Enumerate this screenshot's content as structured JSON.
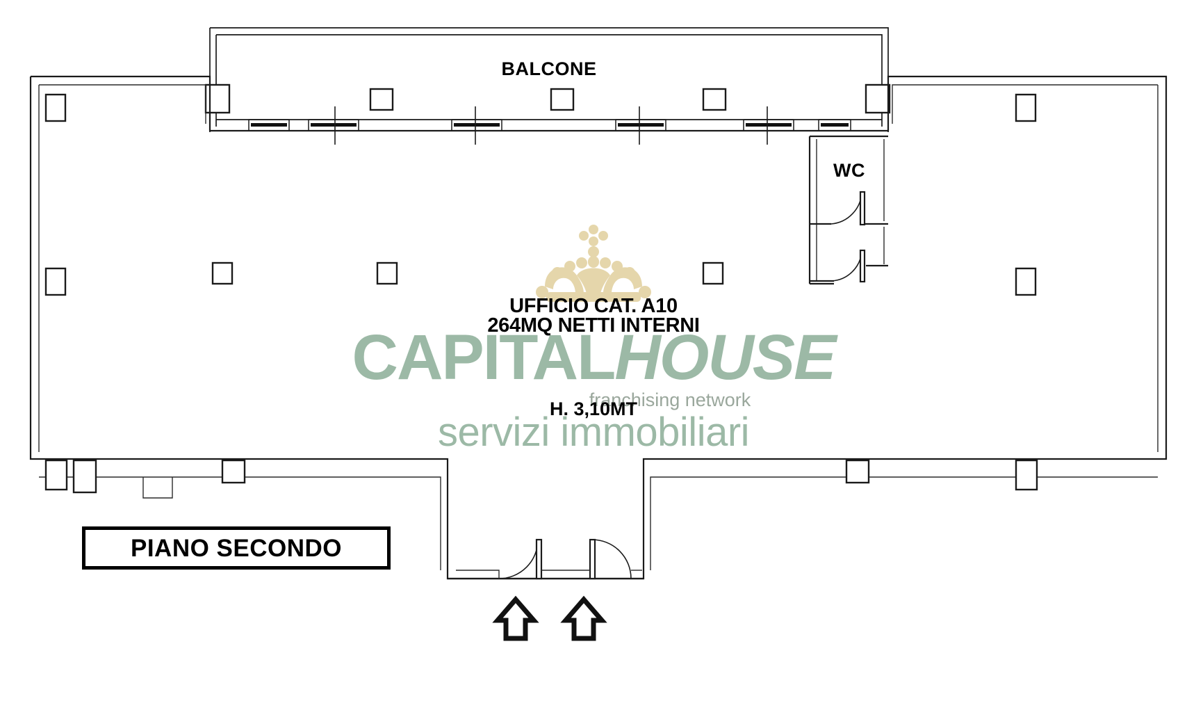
{
  "document": {
    "type": "architectural-floor-plan",
    "title": "PIANO SECONDO"
  },
  "rooms": [
    {
      "id": "balcone",
      "label": "BALCONE"
    },
    {
      "id": "wc",
      "label": "WC"
    }
  ],
  "annotations": {
    "category_line": "UFFICIO CAT. A10",
    "area_line": "264MQ NETTI INTERNI",
    "height_line": "H. 3,10MT",
    "floor_label": "PIANO SECONDO"
  },
  "watermark": {
    "brand_part1": "CAPITAL",
    "brand_part2": "HOUSE",
    "tagline": "franchising network",
    "subtitle": "servizi immobiliari",
    "logo": "crown-icon",
    "brand_color": "#9cb9a6",
    "tagline_color": "#9aa79c",
    "crown_color": "#e5d6ab"
  },
  "colors": {
    "wall_stroke": "#1a1a1a",
    "background": "#ffffff",
    "text": "#000000"
  },
  "entrances": [
    {
      "id": "entry-left",
      "icon": "up-arrow-icon"
    },
    {
      "id": "entry-right",
      "icon": "up-arrow-icon"
    }
  ]
}
